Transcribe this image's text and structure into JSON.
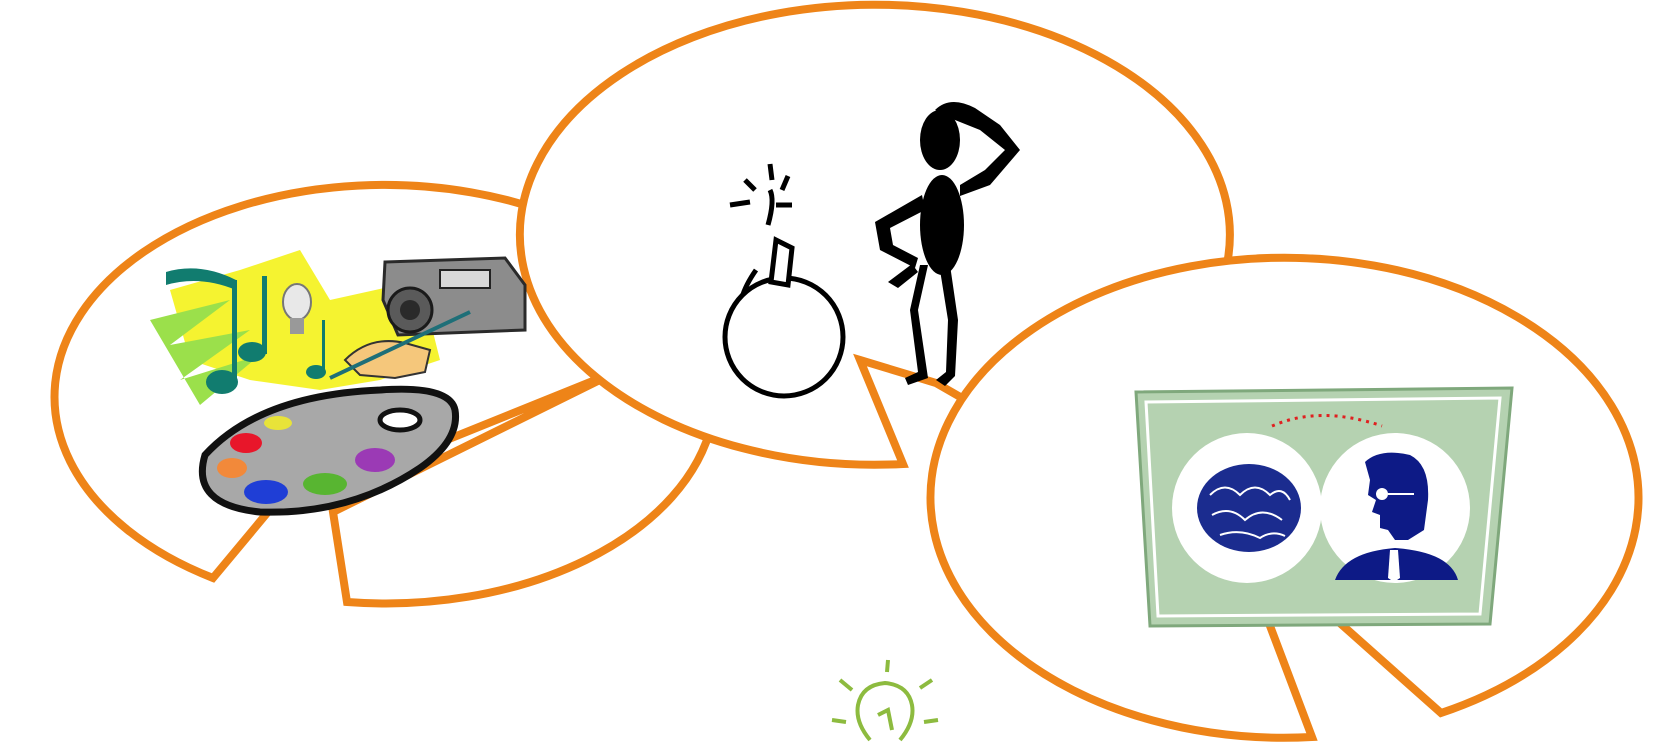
{
  "colors": {
    "bubble_outline": "#EE8418",
    "bubble_fill": "#FFFFFF",
    "bulb_green": "#8DBB3F",
    "palette_gray": "#A8A8A8",
    "frame_green": "#B5D2B1",
    "portrait_navy": "#0D1A86",
    "brain_navy": "#1B2C8F",
    "link_dots": "#E02020"
  },
  "bubbles": [
    {
      "id": "left",
      "content_icon": "creative-arts-collage-icon"
    },
    {
      "id": "middle",
      "content_icon": "bomb-and-confused-person-icon"
    },
    {
      "id": "right",
      "content_icon": "brain-and-thinker-portrait-icon"
    }
  ],
  "bottom_icon": "lightbulb-idea-icon"
}
